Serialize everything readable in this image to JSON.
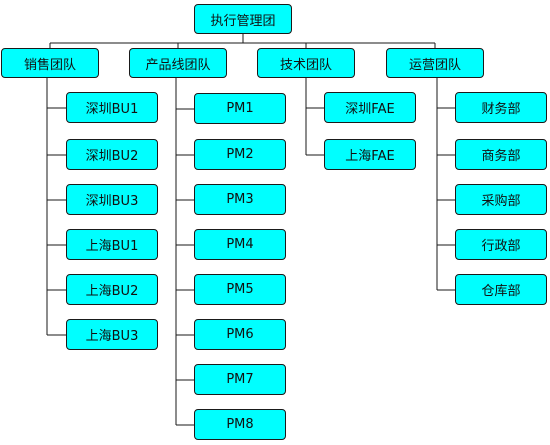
{
  "root": {
    "label": "执行管理团"
  },
  "teams": [
    {
      "label": "销售团队",
      "members": [
        "深圳BU1",
        "深圳BU2",
        "深圳BU3",
        "上海BU1",
        "上海BU2",
        "上海BU3"
      ]
    },
    {
      "label": "产品线团队",
      "members": [
        "PM1",
        "PM2",
        "PM3",
        "PM4",
        "PM5",
        "PM6",
        "PM7",
        "PM8"
      ]
    },
    {
      "label": "技术团队",
      "members": [
        "深圳FAE",
        "上海FAE"
      ]
    },
    {
      "label": "运营团队",
      "members": [
        "财务部",
        "商务部",
        "采购部",
        "行政部",
        "仓库部"
      ]
    }
  ],
  "colors": {
    "node_fill": "#00ffff",
    "line": "#1a1a1a",
    "background": "#ffffff"
  }
}
